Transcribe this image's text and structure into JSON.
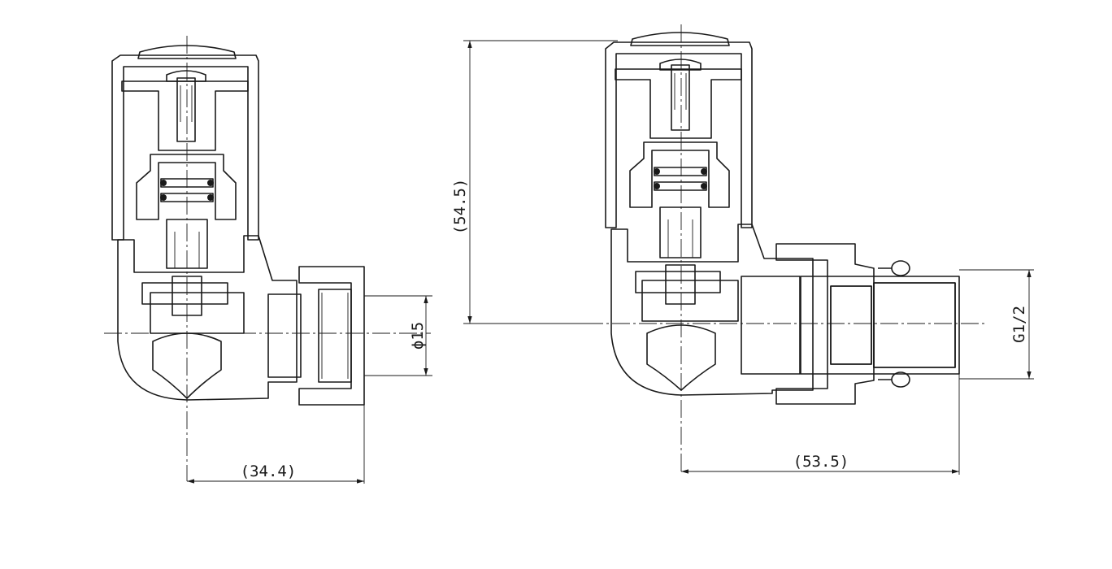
{
  "drawing": {
    "left_view": {
      "width_dimension": "(34.4)",
      "pipe_diameter": "ϕ15"
    },
    "right_view": {
      "height_dimension": "(54.5)",
      "width_dimension": "(53.5)",
      "thread_size": "G1/2"
    }
  }
}
